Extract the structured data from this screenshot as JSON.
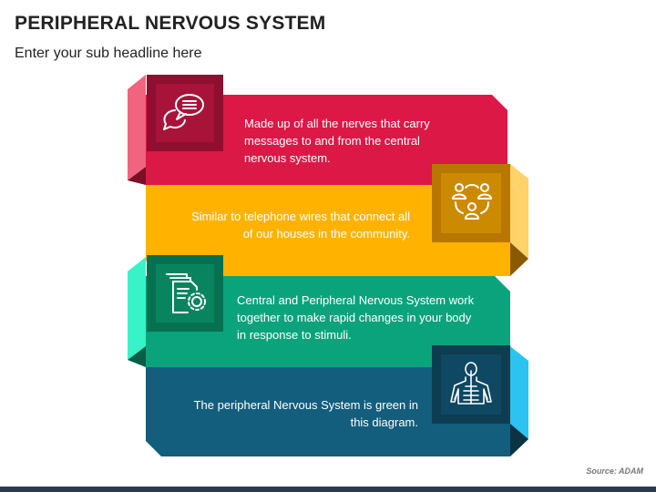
{
  "title": "PERIPHERAL NERVOUS SYSTEM",
  "subtitle": "Enter your sub headline here",
  "source": "Source: ADAM",
  "colors": {
    "red": "#dc1846",
    "yellow": "#ffb300",
    "green": "#0ba37c",
    "teal": "#125e7c",
    "red_tab": "#f0647f",
    "yellow_tab": "#ffd36a",
    "green_tab": "#38f2c8",
    "teal_tab": "#2cc3f2"
  },
  "steps": [
    {
      "text": "Made up of all the nerves that carry messages to and from the central nervous system.",
      "icon": "chat-bubbles-icon"
    },
    {
      "text": "Similar to telephone wires that connect all of our houses in the community.",
      "icon": "connected-people-icon"
    },
    {
      "text": "Central and Peripheral Nervous System work together to make rapid changes in your body in response to stimuli.",
      "icon": "document-gear-icon"
    },
    {
      "text": "The peripheral Nervous System is green in this diagram.",
      "icon": "nervous-system-body-icon"
    }
  ]
}
